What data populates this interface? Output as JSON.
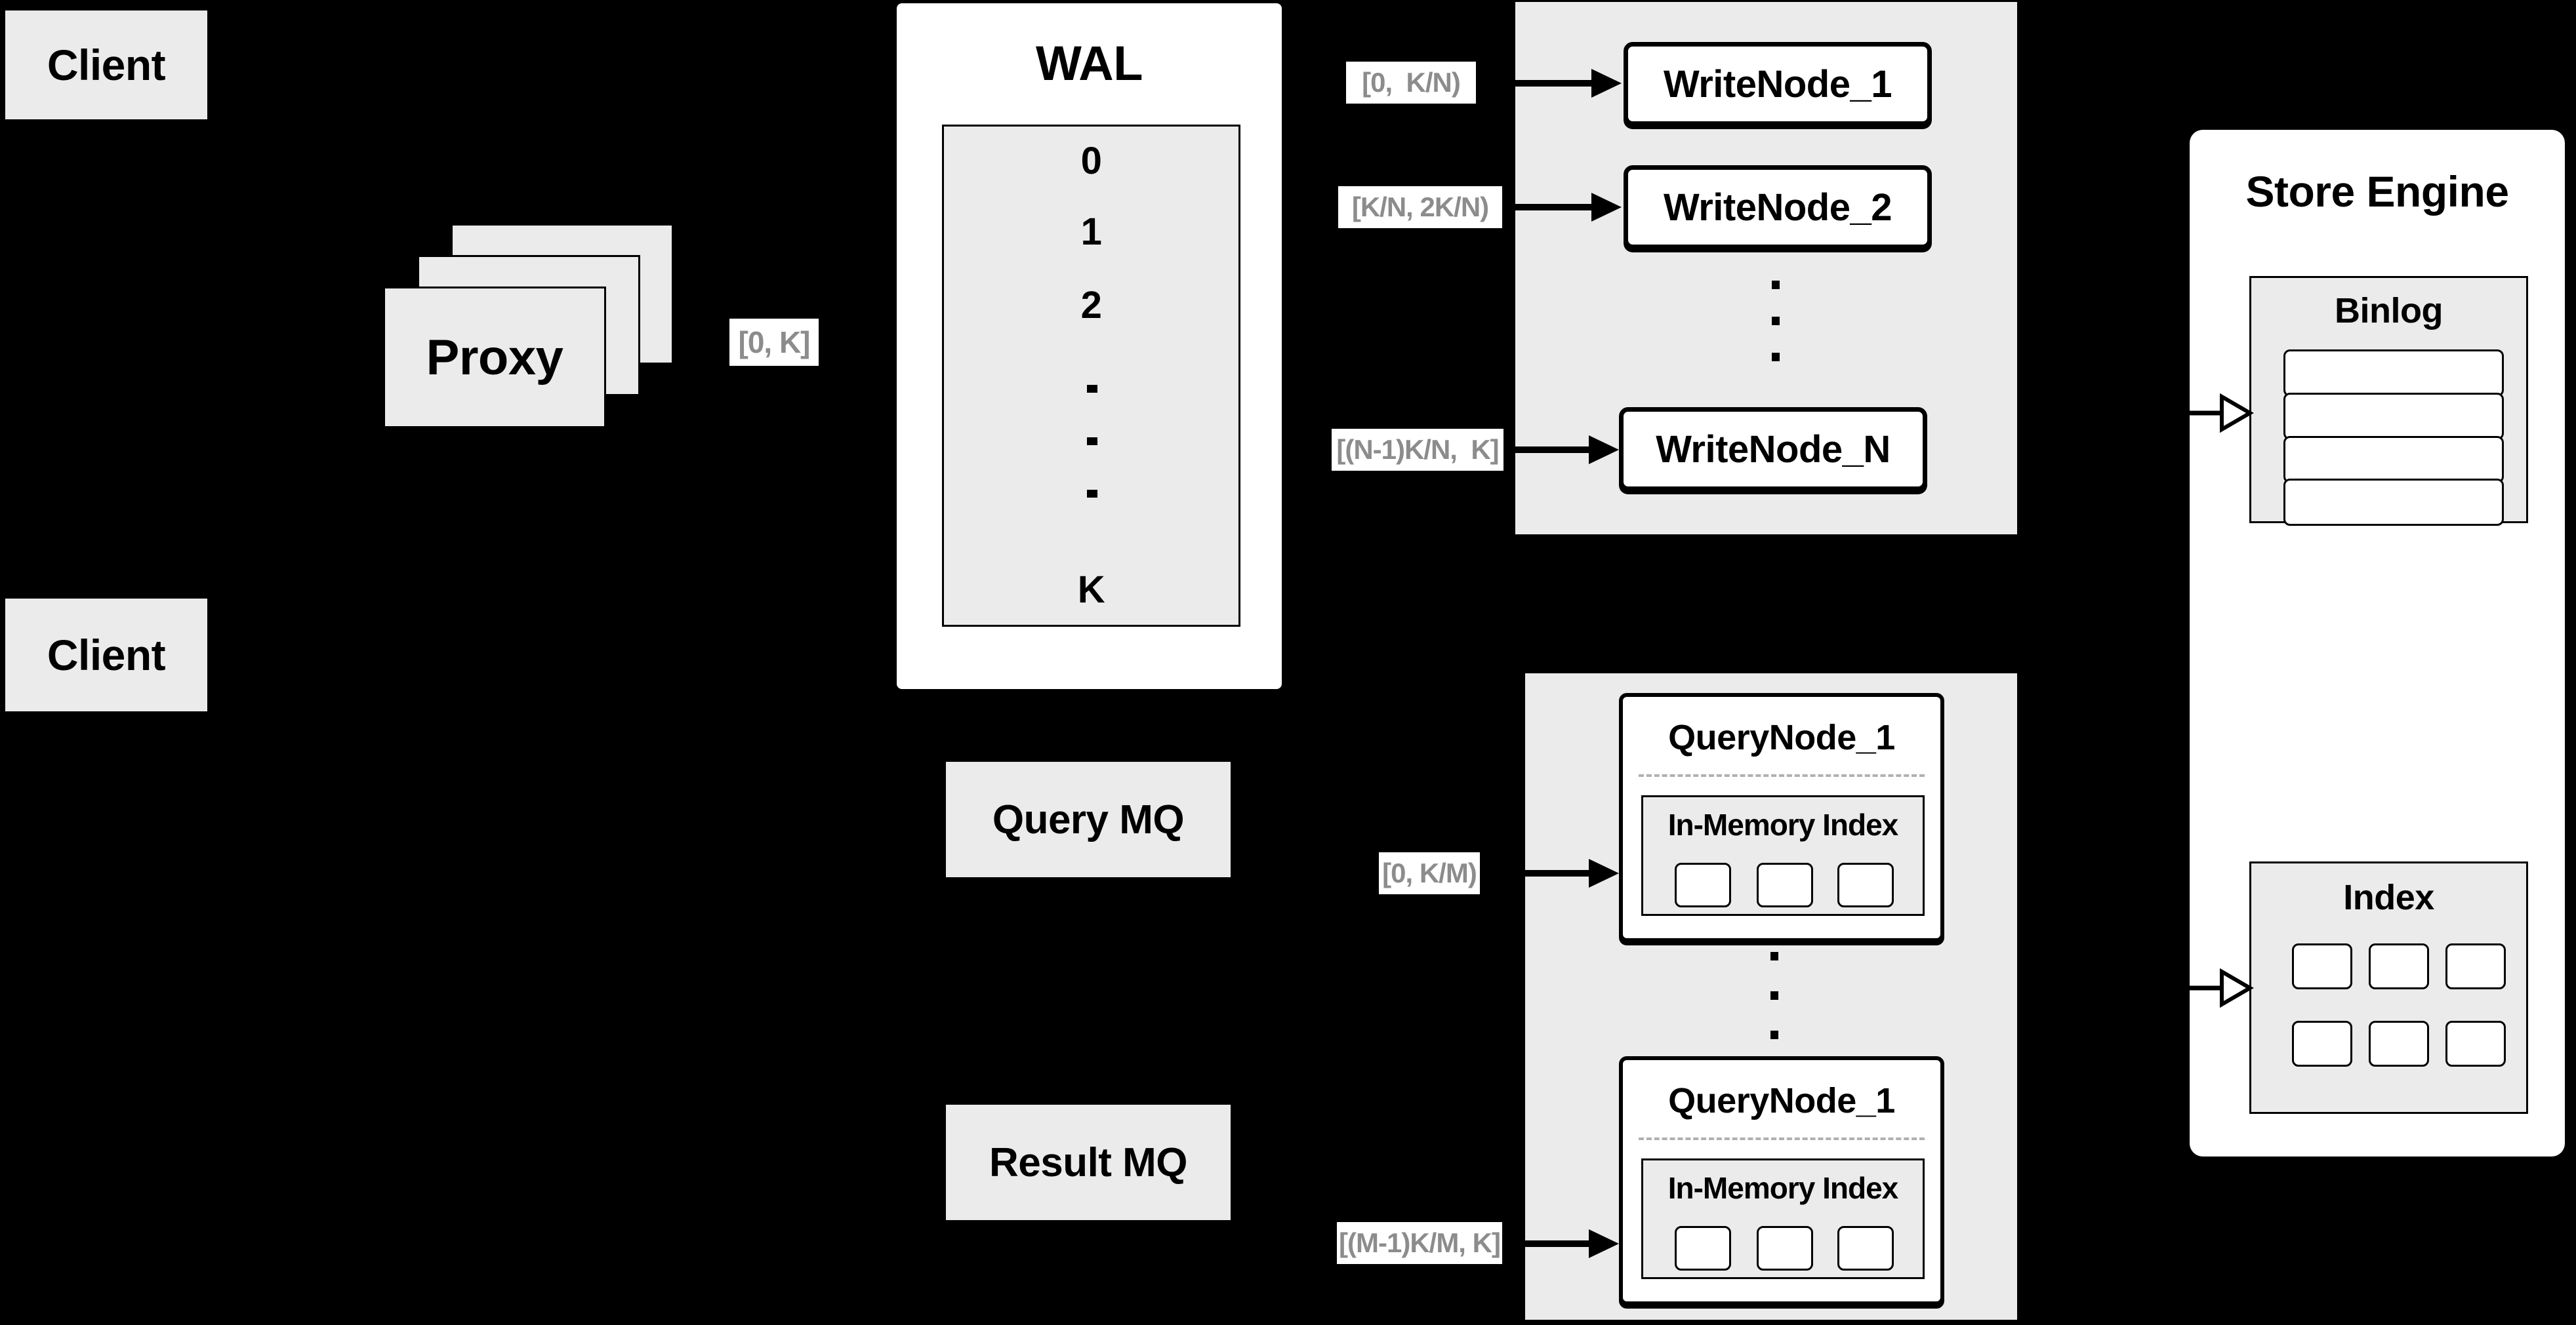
{
  "colors": {
    "background": "#000000",
    "panel": "#ffffff",
    "box_fill": "#ebebeb",
    "border": "#000000",
    "range_label_text": "#8c8c8c",
    "dashed_separator": "#b0b0b0"
  },
  "clients": {
    "top": "Client",
    "bottom": "Client"
  },
  "proxy": {
    "label": "Proxy",
    "range": "[0, K]"
  },
  "wal": {
    "title": "WAL",
    "rows": [
      "0",
      "1",
      "2"
    ],
    "last_row": "K"
  },
  "write": {
    "nodes": [
      {
        "label": "WriteNode_1",
        "range": "[0,  K/N)"
      },
      {
        "label": "WriteNode_2",
        "range": "[K/N, 2K/N)"
      },
      {
        "label": "WriteNode_N",
        "range": "[(N-1)K/N,  K]"
      }
    ]
  },
  "mq": {
    "query": "Query MQ",
    "result": "Result MQ"
  },
  "query": {
    "nodes": [
      {
        "title": "QueryNode_1",
        "inner_title": "In-Memory Index",
        "range": "[0, K/M)"
      },
      {
        "title": "QueryNode_1",
        "inner_title": "In-Memory Index",
        "range": "[(M-1)K/M, K]"
      }
    ]
  },
  "store": {
    "title": "Store Engine",
    "binlog_title": "Binlog",
    "index_title": "Index"
  }
}
